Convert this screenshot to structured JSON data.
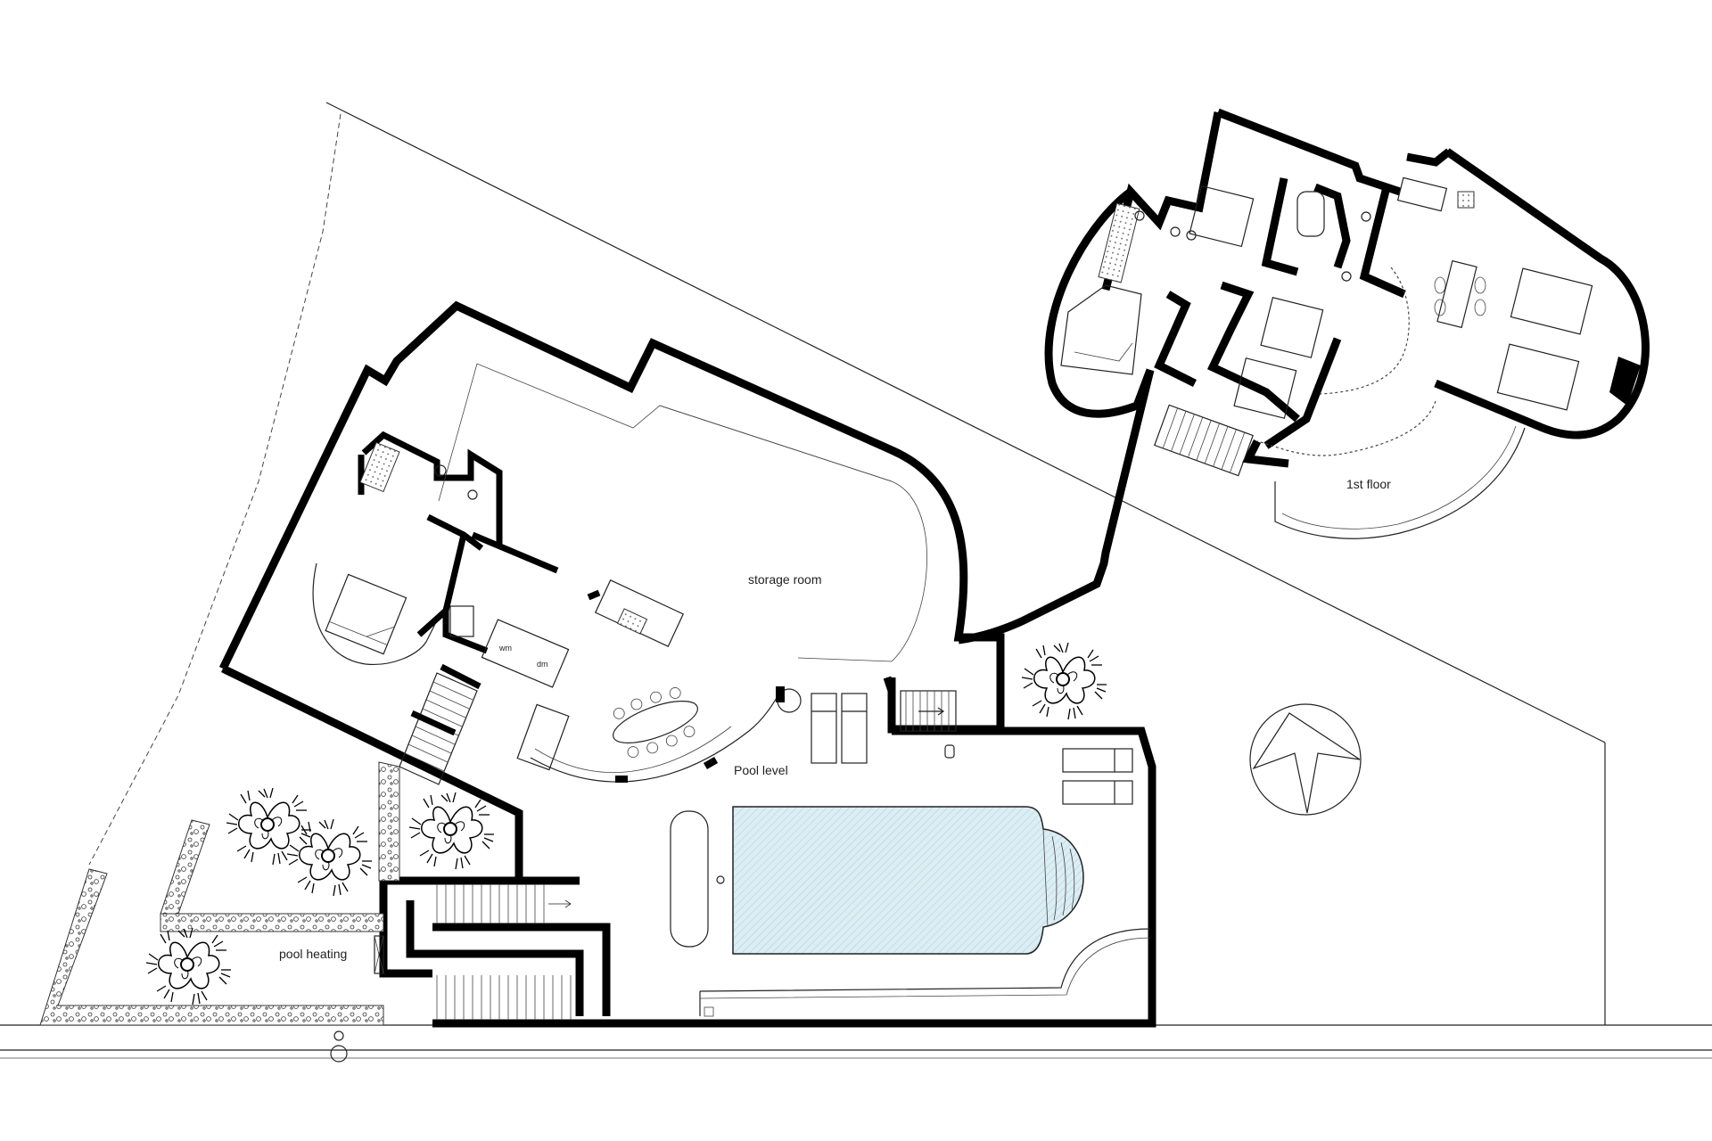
{
  "labels": {
    "storage_room": "storage room",
    "pool_level": "Pool level",
    "pool_heating": "pool heating",
    "first_floor": "1st floor",
    "wm": "wm",
    "dm": "dm"
  },
  "colors": {
    "background": "#ffffff",
    "walls": "#000000",
    "pool_fill": "#dcedf3",
    "lines": "#222222"
  },
  "symbols": [
    "north-arrow-icon",
    "tree-icon",
    "bed-icon",
    "dining-table-icon",
    "staircase-icon",
    "sun-lounger-icon"
  ]
}
